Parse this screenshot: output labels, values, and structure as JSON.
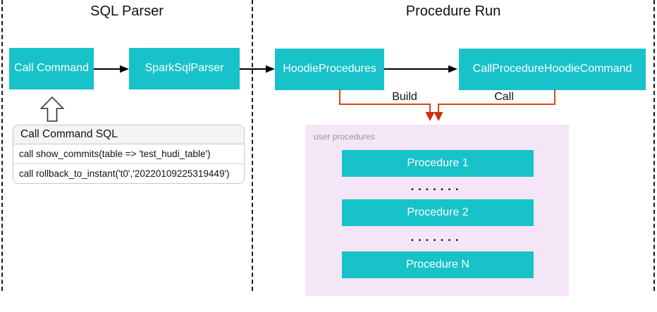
{
  "sections": {
    "sql_parser": {
      "title": "SQL Parser"
    },
    "procedure_run": {
      "title": "Procedure Run"
    }
  },
  "nodes": {
    "call_command": "Call Command",
    "spark_sql_parser": "SparkSqlParser",
    "hoodie_procedures": "HoodieProcedures",
    "call_procedure_hoodie_command": "CallProcedureHoodieCommand"
  },
  "edges": {
    "build_label": "Build",
    "call_label": "Call"
  },
  "sql_panel": {
    "title": "Call Command SQL",
    "rows": [
      "call show_commits(table => 'test_hudi_table')",
      "call rollback_to_instant('t0','20220109225319449')"
    ]
  },
  "user_procedures": {
    "label": "user procedures",
    "items": [
      "Procedure 1",
      "Procedure 2",
      "Procedure N"
    ],
    "dots": "▪▪▪▪▪▪▪"
  },
  "colors": {
    "node_fill": "#17c2c9",
    "panel_fill": "#f5e6f7",
    "connector_line": "#d14a1b",
    "connector_arrow": "#cc3010",
    "arrow_black": "#000000",
    "dash_color": "#1a1a1a"
  }
}
